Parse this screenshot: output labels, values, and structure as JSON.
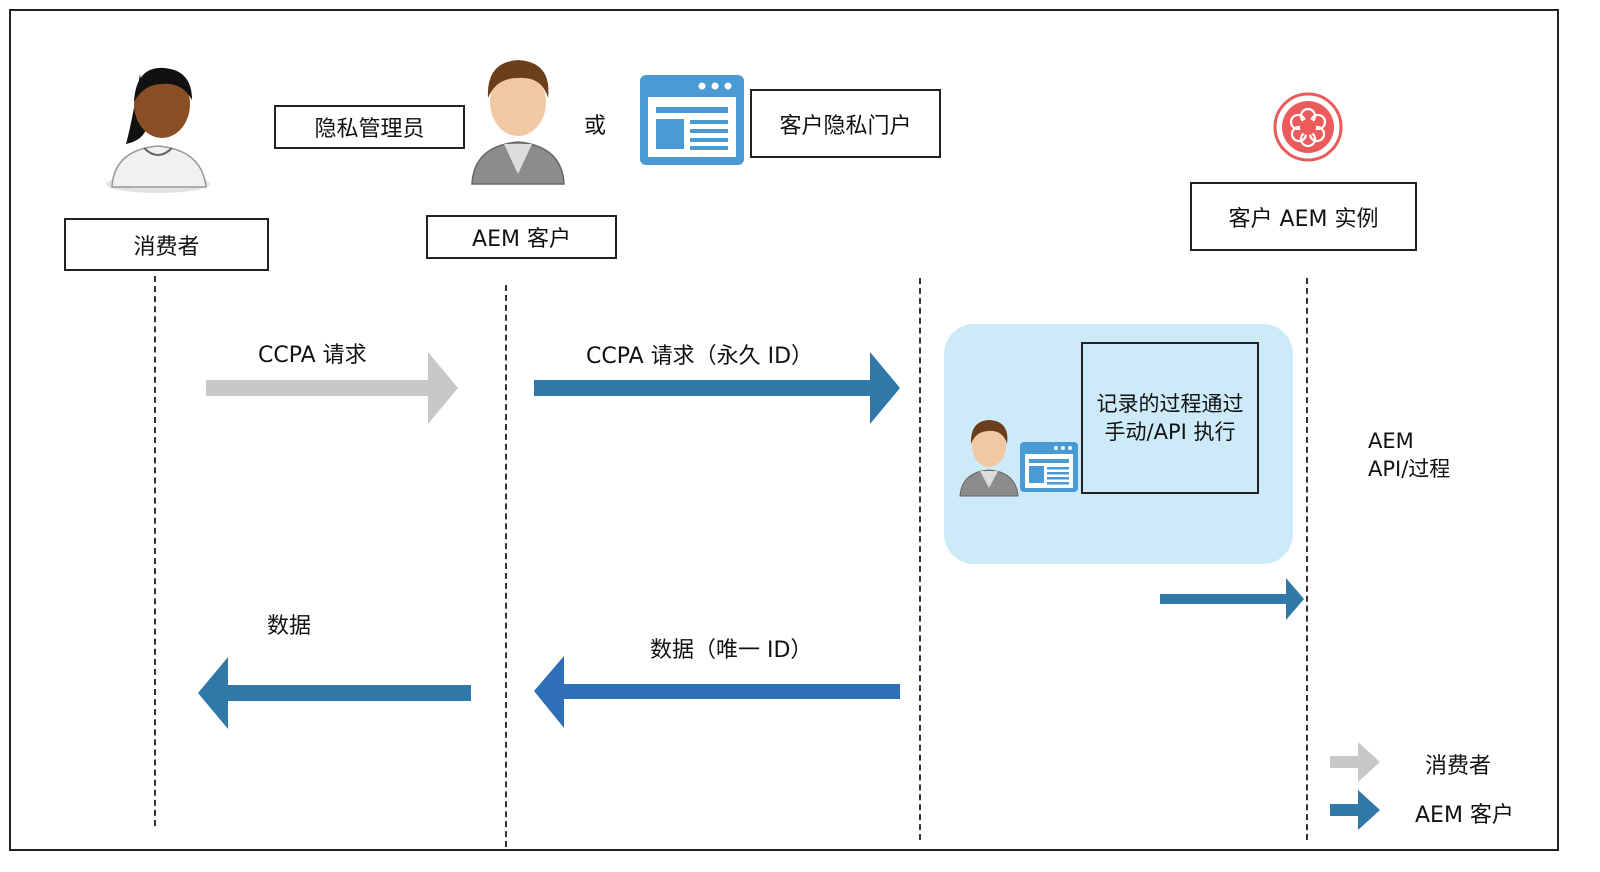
{
  "participants": {
    "consumer": "消费者",
    "privacy_admin": "隐私管理员",
    "aem_customer": "AEM 客户",
    "or": "或",
    "privacy_portal": "客户隐私门户",
    "aem_instance": "客户 AEM 实例"
  },
  "messages": {
    "ccpa_request": "CCPA 请求",
    "ccpa_request_id": "CCPA 请求（永久 ID）",
    "data": "数据",
    "data_unique_id": "数据（唯一 ID）"
  },
  "process": {
    "recorded_process": "记录的过程通过手动/API 执行",
    "aem_api_line1": "AEM",
    "aem_api_line2": "API/过程"
  },
  "legend": {
    "consumer": "消费者",
    "aem_customer": "AEM 客户"
  },
  "colors": {
    "consumer_arrow": "#c8c8c8",
    "customer_arrow": "#2f78a8",
    "return_arrow": "#2e6fb8",
    "panel": "#cdeaf9",
    "adobe_red": "#eb5b5b"
  },
  "icons": [
    "female-user-icon",
    "male-user-icon",
    "browser-window-icon",
    "adobe-experience-cloud-icon"
  ]
}
